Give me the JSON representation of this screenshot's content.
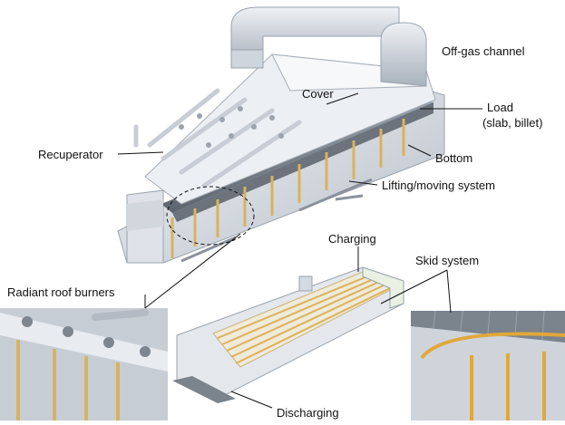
{
  "labels": {
    "off_gas_channel": "Off-gas channel",
    "cover": "Cover",
    "load_line1": "Load",
    "load_line2": "(slab, billet)",
    "recuperator": "Recuperator",
    "bottom": "Bottom",
    "lifting_moving_system": "Lifting/moving system",
    "charging": "Charging",
    "skid_system": "Skid system",
    "radiant_roof_burners": "Radiant roof burners",
    "discharging": "Discharging"
  },
  "colors": {
    "furnace_body": "#e6e9ee",
    "furnace_shadow": "#b9c0ca",
    "slab": "#7d8590",
    "skid_pipe": "#e2b85a",
    "burner": "#c9ced6",
    "leader_line": "#111111"
  }
}
